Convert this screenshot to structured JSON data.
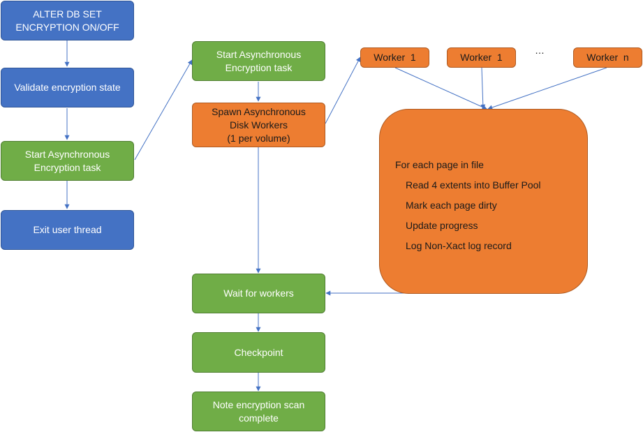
{
  "left_column": {
    "alter_db": [
      "ALTER DB SET",
      "ENCRYPTION ON/OFF"
    ],
    "validate": [
      "Validate encryption state"
    ],
    "start_async": [
      "Start Asynchronous",
      "Encryption task"
    ],
    "exit_thread": [
      "Exit user thread"
    ]
  },
  "middle_column": {
    "start_async": [
      "Start Asynchronous",
      "Encryption task"
    ],
    "spawn_workers": [
      "Spawn Asynchronous",
      "Disk Workers",
      "(1 per volume)"
    ],
    "wait_workers": [
      "Wait for workers"
    ],
    "checkpoint": [
      "Checkpoint"
    ],
    "note_complete": [
      "Note encryption scan",
      "complete"
    ]
  },
  "workers": {
    "worker_a": "Worker  1",
    "worker_b": "Worker  1",
    "ellipsis": "…",
    "worker_n": "Worker  n"
  },
  "page_loop": {
    "heading": "For each page in file",
    "steps": [
      "Read 4 extents into Buffer Pool",
      "Mark each page dirty",
      "Update progress",
      "Log Non-Xact log record"
    ]
  },
  "colors": {
    "blue": "#4472c4",
    "green": "#70ad47",
    "orange": "#ed7d31",
    "arrow": "#4472c4"
  }
}
